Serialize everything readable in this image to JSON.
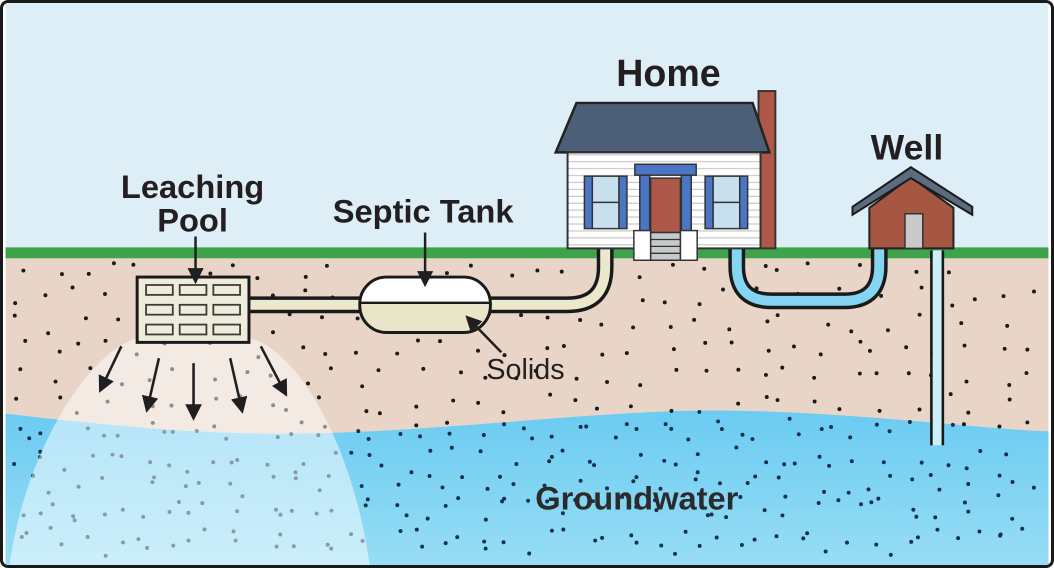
{
  "labels": {
    "home": "Home",
    "well": "Well",
    "septic_tank": "Septic Tank",
    "leaching_pool_line1": "Leaching",
    "leaching_pool_line2": "Pool",
    "solids": "Solids",
    "groundwater": "Groundwater"
  },
  "colors": {
    "sky": "#ddeef7",
    "grass": "#3fa34c",
    "ground": "#e8d5c8",
    "groundwater_top": "#6bcbf2",
    "groundwater_bottom": "#97ddf4",
    "plume_white": "#ffffff",
    "pipe_effluent": "#ece8ce",
    "pipe_water": "#85d4f2",
    "well_pipe_fill": "#cdeffa",
    "tank_liquid": "#ffffff",
    "tank_solids": "#e9e5c9",
    "pool_fill": "#efecdb",
    "roof_slate": "#4d5e79",
    "well_roof_slate": "#5c6b80",
    "brick": "#ae584a",
    "well_brick": "#a65744",
    "shutter_blue": "#4a76c6",
    "window_pane": "#c8e0ee",
    "well_door_gray": "#c9c9c9",
    "step_gray": "#c6caca",
    "dot_ground": "#1b1b1b",
    "dot_water": "#14324a",
    "text": "#231f20",
    "text_groundwater": "#2b2b2b"
  }
}
